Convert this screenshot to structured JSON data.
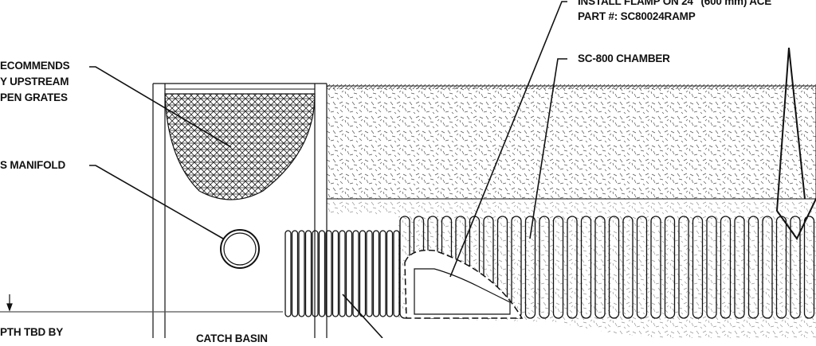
{
  "labels": {
    "grates_note": [
      "ECOMMENDS",
      "Y UPSTREAM",
      "PEN GRATES"
    ],
    "manifold": "S MANIFOLD",
    "depth_note": "PTH TBD BY",
    "catch_basin": "CATCH BASIN",
    "flamp_note": "INSTALL FLAMP ON 24\" (600 mm) ACE",
    "part_number": "PART #: SC80024RAMP",
    "chamber": "SC-800 CHAMBER"
  },
  "colors": {
    "line": "#111111",
    "background": "#ffffff"
  }
}
